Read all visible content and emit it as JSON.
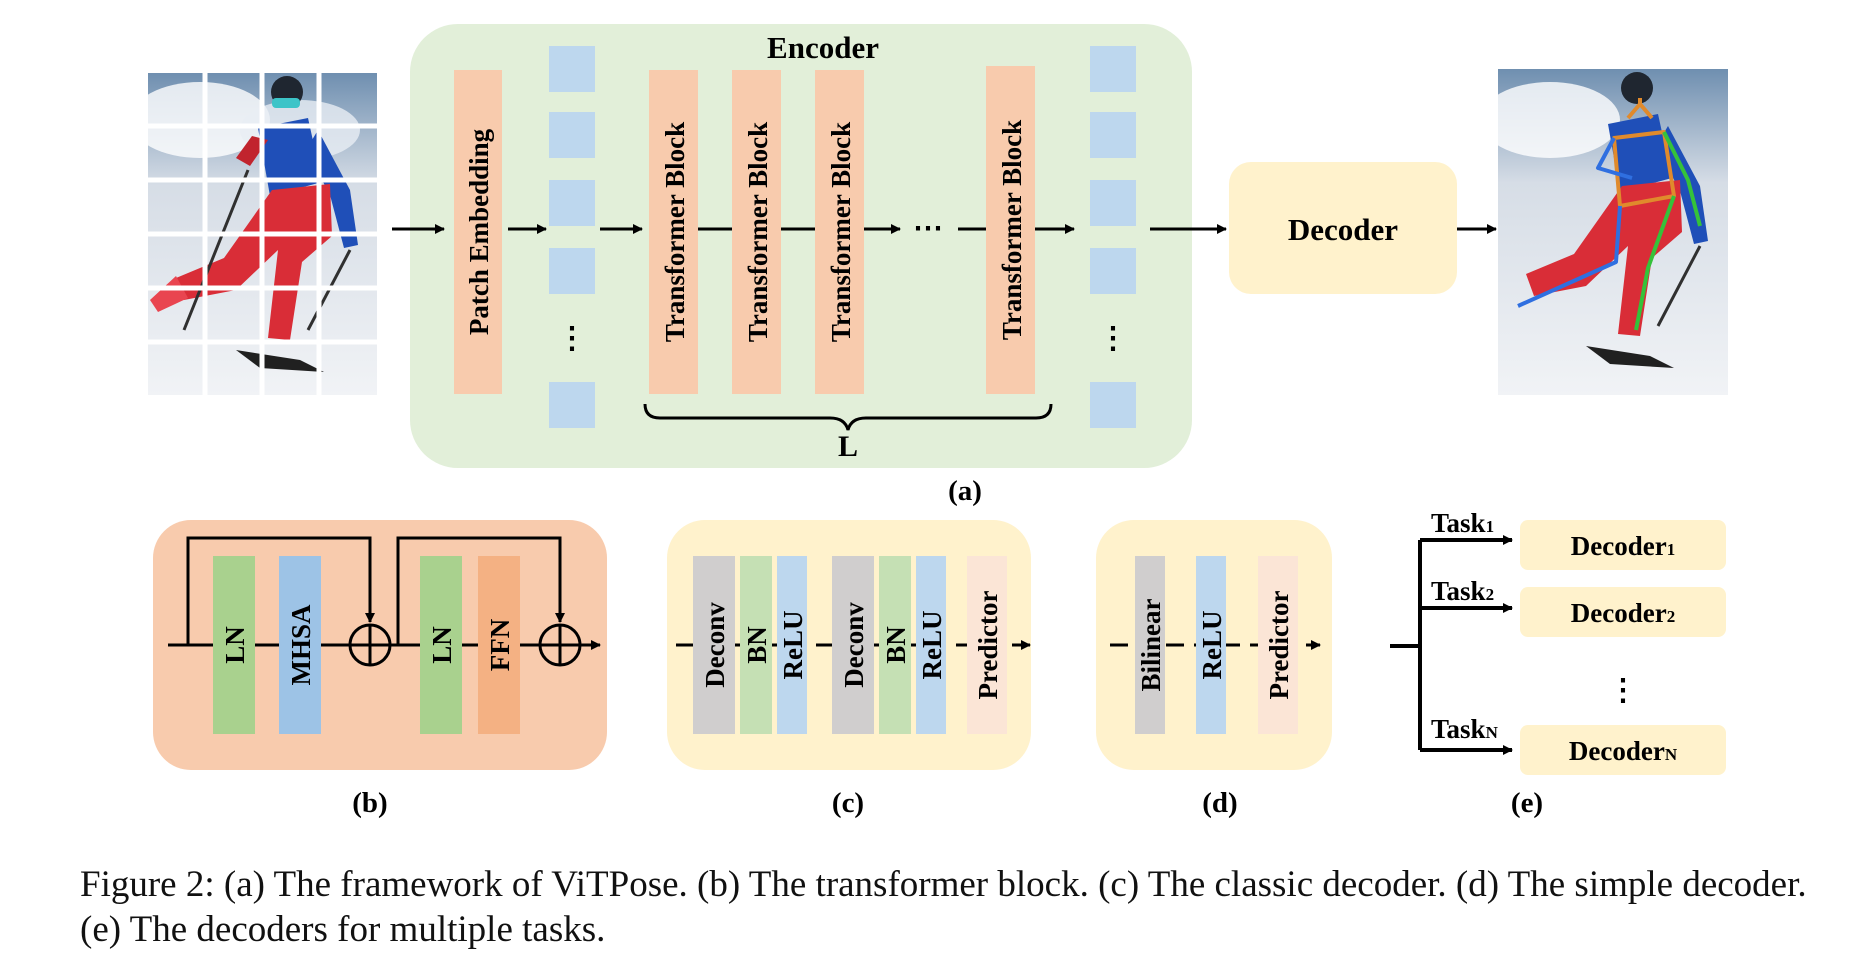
{
  "figure": {
    "encoder_title": "Encoder",
    "patch_embedding": "Patch Embedding",
    "transformer_block": "Transformer Block",
    "ellipsis": "⋯",
    "vellipsis": "⋮",
    "layers_label": "L",
    "decoder_main": "Decoder",
    "panel_labels": {
      "a": "(a)",
      "b": "(b)",
      "c": "(c)",
      "d": "(d)",
      "e": "(e)"
    },
    "block_b": {
      "ln1": "LN",
      "mhsa": "MHSA",
      "ln2": "LN",
      "ffn": "FFN"
    },
    "classic_decoder": {
      "deconv1": "Deconv",
      "bn1": "BN",
      "relu1": "ReLU",
      "deconv2": "Deconv",
      "bn2": "BN",
      "relu2": "ReLU",
      "predictor": "Predictor"
    },
    "simple_decoder": {
      "bilinear": "Bilinear",
      "relu": "ReLU",
      "predictor": "Predictor"
    },
    "multi_task": {
      "tasks": [
        {
          "task": "Task",
          "task_sub": "1",
          "decoder": "Decoder",
          "decoder_sub": "1"
        },
        {
          "task": "Task",
          "task_sub": "2",
          "decoder": "Decoder",
          "decoder_sub": "2"
        },
        {
          "task": "Task",
          "task_sub": "N",
          "decoder": "Decoder",
          "decoder_sub": "N"
        }
      ]
    },
    "input_image_desc": "skier-photo-with-patch-grid",
    "output_image_desc": "skier-photo-with-pose-skeleton"
  },
  "colors": {
    "encoder_bg": "#e2efd9",
    "orange_block": "#f8cbad",
    "token": "#bdd7ee",
    "decoder_bg": "#fff2cc",
    "block_b_bg": "#f8cbad",
    "ln": "#a9d18e",
    "mhsa": "#9dc3e6",
    "ffn": "#f4b183",
    "deconv": "#d0cece",
    "bn": "#c5e0b4",
    "relu": "#bdd7ee",
    "predictor": "#fbe5d6"
  },
  "caption": "Figure 2: (a) The framework of ViTPose. (b) The transformer block. (c) The classic decoder. (d) The simple decoder. (e) The decoders for multiple tasks."
}
